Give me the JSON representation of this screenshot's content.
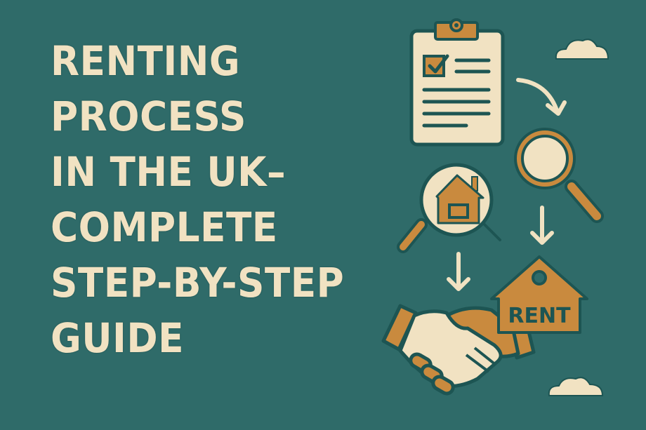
{
  "headline": {
    "lines": [
      "RENTING",
      "PROCESS",
      "IN THE UK–",
      "COMPLETE",
      "STEP-BY-STEP",
      "GUIDE"
    ]
  },
  "illustration": {
    "rent_sign_label": "RENT",
    "icons": [
      "clipboard-checklist-icon",
      "magnifying-glass-icon",
      "house-search-icon",
      "rent-sign-icon",
      "handshake-icon",
      "cloud-icon",
      "arrow-icon"
    ]
  },
  "colors": {
    "background": "#2f6b69",
    "cream": "#f1e2c2",
    "orange": "#c98a3e",
    "outline": "#1d5553"
  }
}
